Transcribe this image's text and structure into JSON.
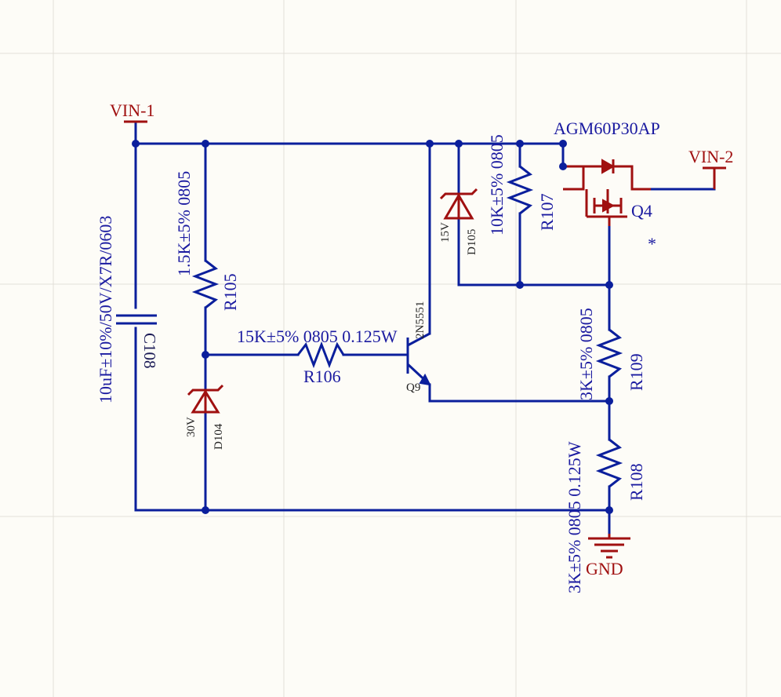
{
  "nets": {
    "vin1": "VIN-1",
    "vin2": "VIN-2",
    "gnd": "GND"
  },
  "components": {
    "c108": {
      "designator": "C108",
      "value": "10uF±10%/50V/X7R/0603"
    },
    "r105": {
      "designator": "R105",
      "value": "1.5K±5% 0805"
    },
    "d104": {
      "designator": "D104",
      "value": "30V"
    },
    "r106": {
      "designator": "R106",
      "value": "15K±5% 0805 0.125W"
    },
    "q9": {
      "designator": "Q9",
      "value": "2N5551"
    },
    "d105": {
      "designator": "D105",
      "value": "15V"
    },
    "r107": {
      "designator": "R107",
      "value": "10K±5% 0805"
    },
    "q4": {
      "designator": "Q4",
      "value": "AGM60P30AP",
      "marker": "*"
    },
    "r109": {
      "designator": "R109",
      "value": "3K±5% 0805"
    },
    "r108": {
      "designator": "R108",
      "value": "3K±5% 0805 0.125W"
    }
  },
  "colors": {
    "wire": "#0b1f9c",
    "device": "#a01010",
    "background": "#fdfcf7",
    "grid": "#e2e0d8"
  }
}
